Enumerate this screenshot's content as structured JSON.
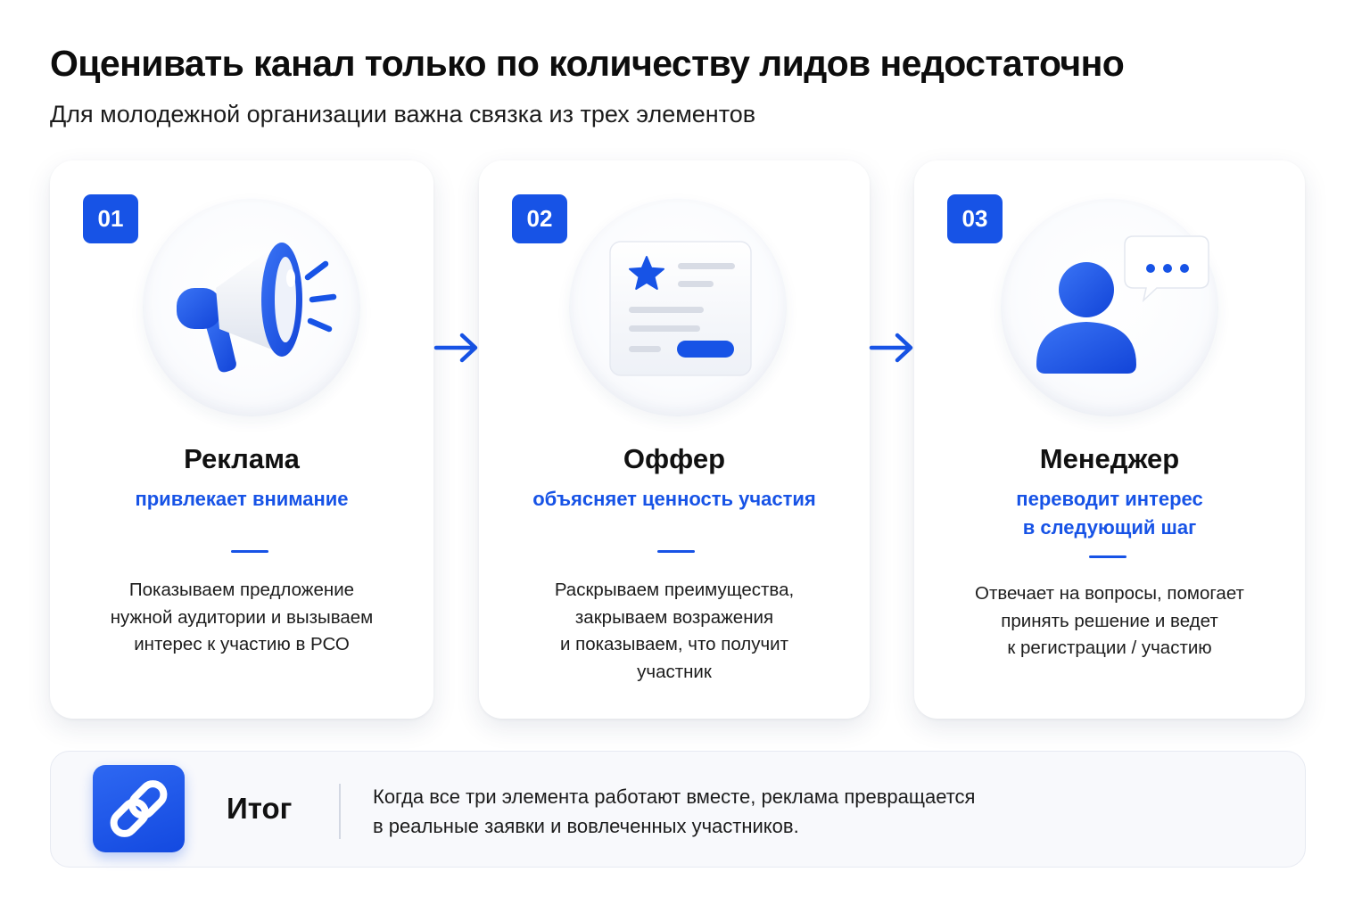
{
  "header": {
    "title": "Оценивать канал только по количеству лидов недостаточно",
    "subtitle": "Для молодежной организации важна связка из трех элементов"
  },
  "cards": [
    {
      "number": "01",
      "icon": "megaphone-icon",
      "title": "Реклама",
      "subtitle": "привлекает внимание",
      "description": [
        "Показываем предложение",
        "нужной аудитории и вызываем",
        "интерес к участию в РСО"
      ]
    },
    {
      "number": "02",
      "icon": "offer-card-icon",
      "title": "Оффер",
      "subtitle": "объясняет ценность участия",
      "description": [
        "Раскрываем преимущества,",
        "закрываем возражения",
        "и показываем, что получит",
        "участник"
      ]
    },
    {
      "number": "03",
      "icon": "manager-chat-icon",
      "title": "Менеджер",
      "subtitle": [
        "переводит интерес",
        "в следующий шаг"
      ],
      "description": [
        "Отвечает на вопросы, помогает",
        "принять решение и ведет",
        "к регистрации / участию"
      ]
    }
  ],
  "summary": {
    "icon": "link-icon",
    "title": "Итог",
    "text": [
      "Когда все три элемента работают вместе, реклама превращается",
      "в реальные заявки и вовлеченных участников."
    ]
  },
  "colors": {
    "accent": "#1753e6",
    "text": "#111111",
    "card_bg": "#ffffff",
    "summary_bg": "#f8f9fc"
  }
}
